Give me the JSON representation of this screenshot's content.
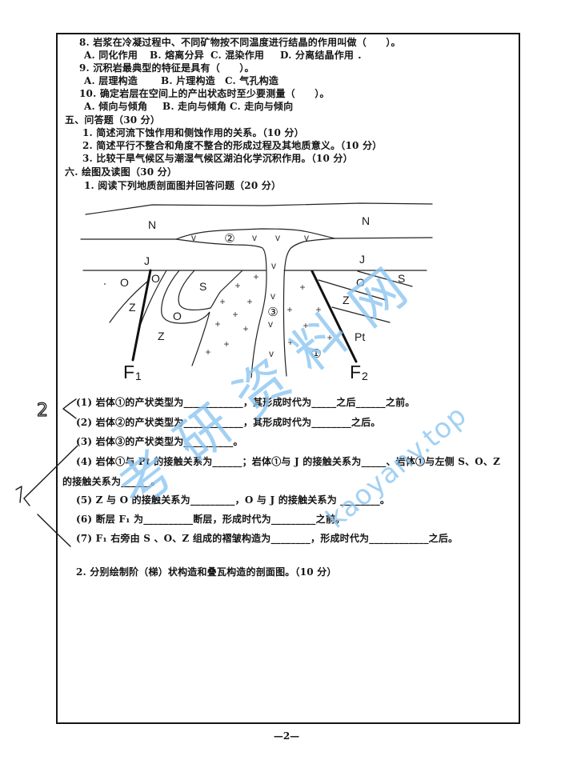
{
  "exam": {
    "choice": [
      {
        "stem": "8. 岩浆在冷凝过程中、不同矿物按不同温度进行结晶的作用叫做（　　）。",
        "options": [
          "A. 同化作用",
          "B. 熔离分异",
          "C. 混染作用",
          "D. 分离结晶作用 ．"
        ]
      },
      {
        "stem": "9. 沉积岩最典型的特征是具有（　　）。",
        "options": [
          "A. 层理构造",
          "B. 片理构造",
          "C. 气孔构造"
        ]
      },
      {
        "stem": "10. 确定岩层在空间上的产出状态时至少要测量（　　）。",
        "options": [
          "A. 倾向与倾角",
          "B. 走向与倾角",
          "C. 走向与倾向"
        ]
      }
    ],
    "section5": {
      "title": "五、问答题（30 分）",
      "items": [
        "1. 简述河流下蚀作用和侧蚀作用的关系。（10 分）",
        "2. 简述平行不整合和角度不整合的形成过程及其地质意义。（10 分）",
        "3. 比较干旱气候区与潮湿气候区湖泊化学沉积作用。（10 分）"
      ]
    },
    "section6": {
      "title": "六. 绘图及读图（30 分）",
      "q1": {
        "title": "1. 阅读下列地质剖面图并回答问题（20 分）",
        "subquestions": [
          "(1) 岩体①的产状类型为____________，其形成时代为_____之后______之前。",
          "(2) 岩体②的产状类型为____________，其形成时代为________之后。",
          "(3) 岩体③的产状类型为__________。",
          "(4) 岩体①与 Pt 的接触关系为______；岩体①与 J 的接触关系为_____、岩体①与左侧 S、O、Z",
          "的接触关系为______。",
          "(5) Z 与 O 的接触关系为_________，O 与 J 的接触关系为 ________。",
          "(6) 断层 F₁ 为__________断层，形成时代为_________之前。",
          "(7) F₁ 右旁由 S 、O、Z 组成的褶皱构造为________，形成时代为____________之后。"
        ]
      },
      "q2": "2. 分别绘制阶（梯）状构造和叠瓦构造的剖面图。（10 分）"
    },
    "page_number": "—2—"
  },
  "diagram": {
    "labels": {
      "n_left": "N",
      "n_right": "N",
      "j_left": "J",
      "j_right": "J",
      "o_far_left": "O",
      "z_left": "Z",
      "o_near_fault": "O",
      "s_fold": "S",
      "o_fold": "O",
      "z_fold": "Z",
      "s_right": "S",
      "o_right": "O",
      "z_right": "Z",
      "pt_right": "Pt"
    },
    "intrusions": {
      "body1": "①",
      "body2": "②",
      "body3": "③"
    },
    "faults": {
      "f1": {
        "letter": "F",
        "sub": "1"
      },
      "f2": {
        "letter": "F",
        "sub": "2"
      }
    },
    "symbols": {
      "granite": "+",
      "volcanic": "v"
    }
  },
  "annotations": {
    "handwritten_score": "2"
  },
  "watermark": {
    "text": "考研资料网",
    "url": "kaoyany.top",
    "color": "#8cc6f2"
  }
}
